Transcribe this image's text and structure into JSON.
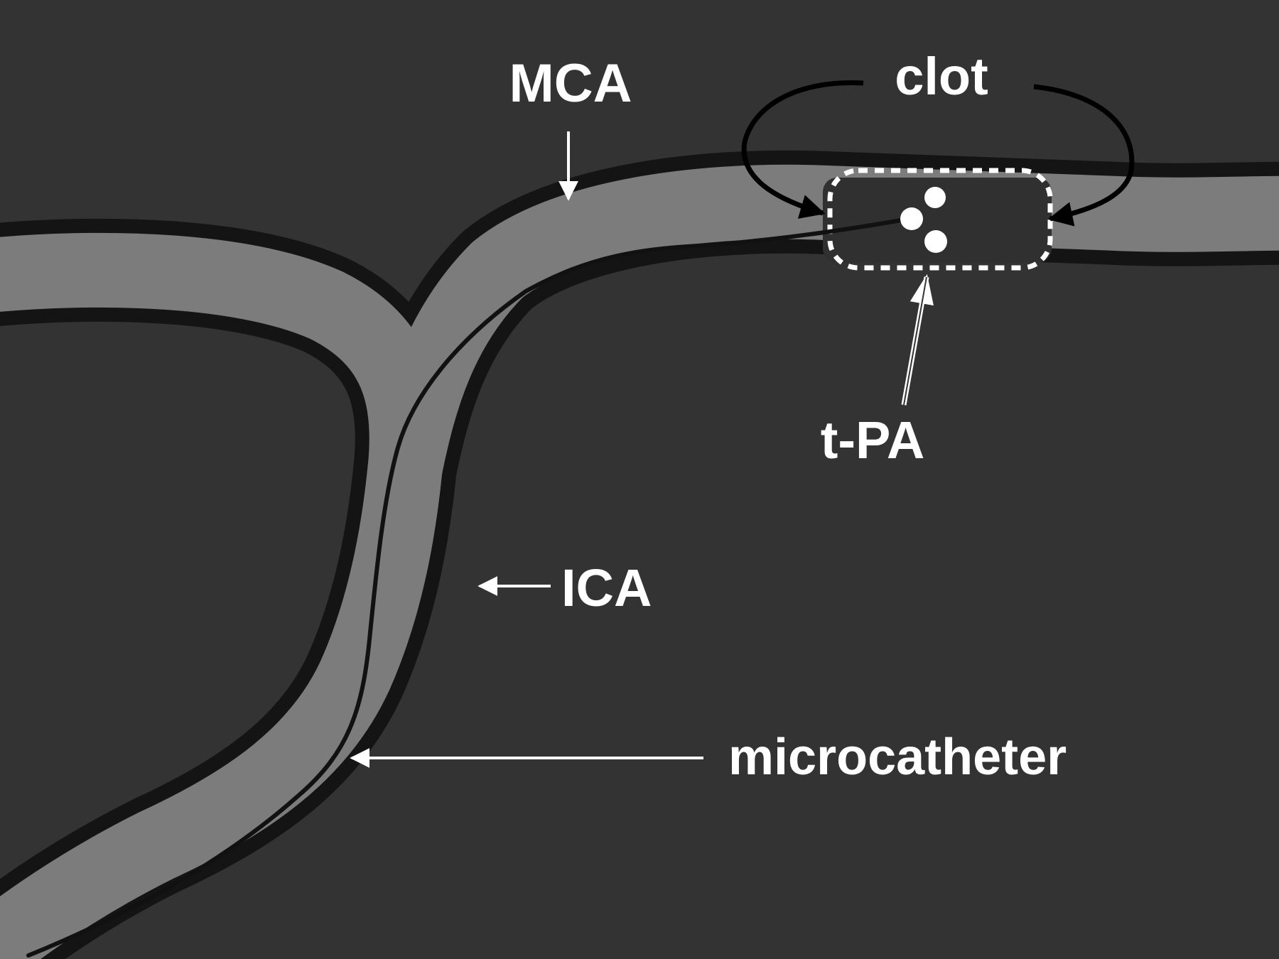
{
  "labels": {
    "mca": "MCA",
    "clot": "clot",
    "tpa": "t-PA",
    "ica": "ICA",
    "microcatheter": "microcatheter"
  },
  "colors": {
    "background": "#333333",
    "vessel_wall": "#141414",
    "vessel_lumen": "#7c7c7c",
    "clot": "#303030",
    "catheter": "#111111",
    "annotation": "#ffffff"
  }
}
